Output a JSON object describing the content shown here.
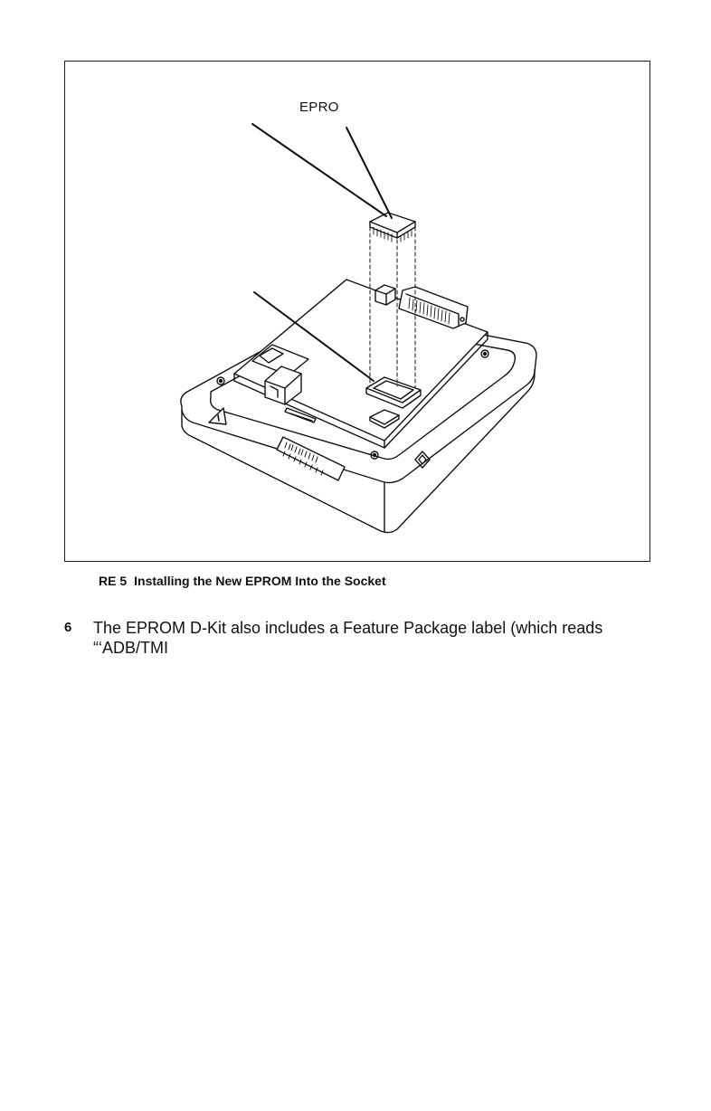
{
  "figure": {
    "callout_label": "EPRO",
    "caption_number": "RE 5",
    "caption_text": "Installing the New EPROM Into the Socket"
  },
  "step": {
    "number": "6",
    "text": "The EPROM D-Kit also includes a Feature Package label (which reads “‘ADB/TMI"
  }
}
